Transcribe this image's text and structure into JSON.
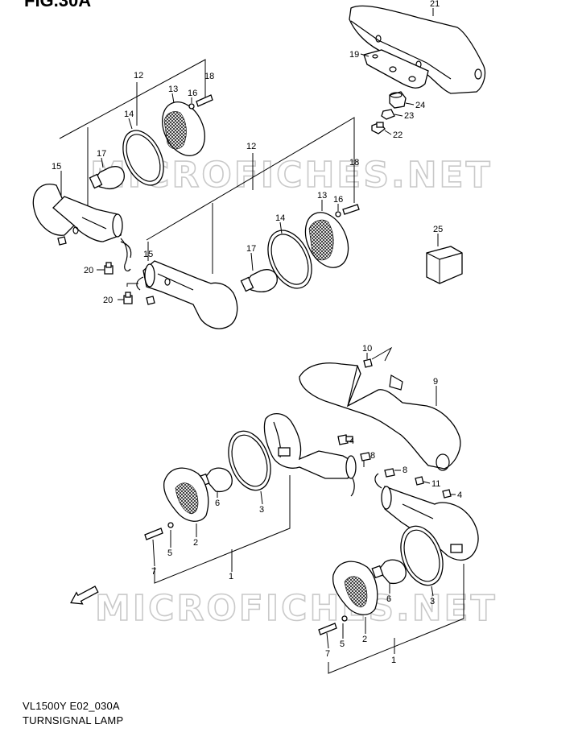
{
  "figure": {
    "title": "FIG.30A"
  },
  "watermark": [
    "MICROFICHES.NET",
    "MICROFICHES.NET"
  ],
  "footer": {
    "code": "VL1500Y E02_030A",
    "name": "TURNSIGNAL LAMP"
  },
  "arrow": {
    "label": "FWD"
  },
  "callouts": {
    "c21": "21",
    "c19": "19",
    "c24": "24",
    "c23": "23",
    "c22": "22",
    "c12a": "12",
    "c13a": "13",
    "c16a": "16",
    "c18a": "18",
    "c14a": "14",
    "c17a": "17",
    "c15a": "15",
    "c20a": "20",
    "c12b": "12",
    "c18b": "18",
    "c13b": "13",
    "c16b": "16",
    "c14b": "14",
    "c17b": "17",
    "c15b": "15",
    "c20b": "20",
    "c25": "25",
    "c10": "10",
    "c9": "9",
    "c4a": "4",
    "c8a": "8",
    "c8b": "8",
    "c11": "11",
    "c4b": "4",
    "c6a": "6",
    "c3a": "3",
    "c2a": "2",
    "c5a": "5",
    "c7a": "7",
    "c1a": "1",
    "c6b": "6",
    "c3b": "3",
    "c2b": "2",
    "c5b": "5",
    "c7b": "7",
    "c1b": "1"
  },
  "colors": {
    "line": "#000000",
    "watermark": "#c9c9c9",
    "background": "#ffffff"
  }
}
